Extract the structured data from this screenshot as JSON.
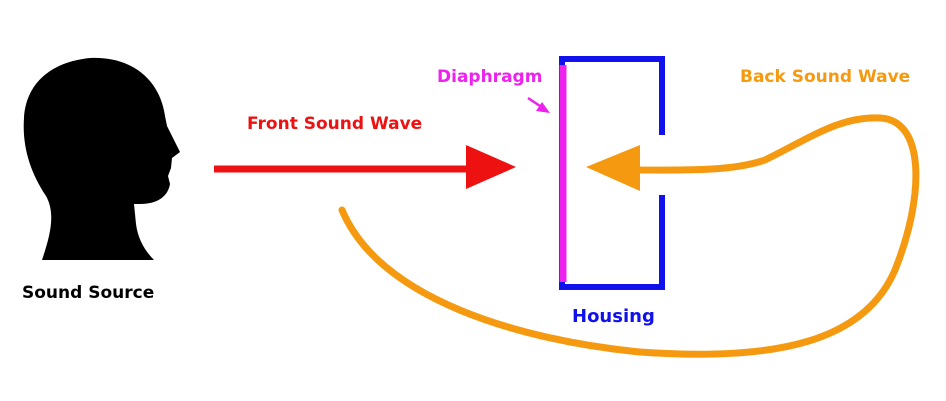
{
  "labels": {
    "sound_source": "Sound Source",
    "front_wave": "Front Sound Wave",
    "diaphragm": "Diaphragm",
    "housing": "Housing",
    "back_wave": "Back Sound Wave"
  },
  "colors": {
    "head": "#000000",
    "sound_source_text": "#000000",
    "front_wave": "#ee1111",
    "diaphragm": "#ee22ee",
    "housing": "#1111ee",
    "back_wave": "#f59a10"
  },
  "icons": {
    "head": "head-silhouette-icon"
  }
}
